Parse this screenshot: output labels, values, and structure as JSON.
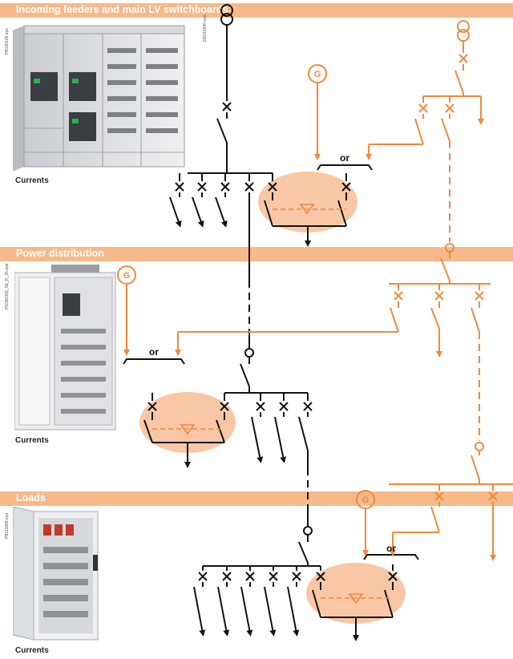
{
  "sections": [
    {
      "title": "Incoming feeders and main LV switchboards",
      "caption": "Currents",
      "photo_ref": "PB100109.eps"
    },
    {
      "title": "Power distribution",
      "caption": "Currents",
      "photo_ref": "PD390365_SE_R_35.eps"
    },
    {
      "title": "Loads",
      "caption": "Currents",
      "photo_ref": "PB111888.eps"
    }
  ],
  "diagram": {
    "ref": "DD210540.eps",
    "generator_label": "G",
    "or_label": "or"
  },
  "colors": {
    "band": "#f7b98a",
    "orange": "#ef8a3c",
    "ellipse": "#f9c7a5",
    "black": "#111111"
  }
}
